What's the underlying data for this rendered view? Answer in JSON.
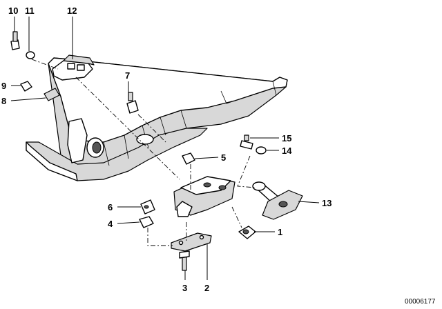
{
  "callouts": {
    "c1": "1",
    "c2": "2",
    "c3": "3",
    "c4": "4",
    "c5": "5",
    "c6": "6",
    "c7": "7",
    "c8": "8",
    "c9": "9",
    "c10": "10",
    "c11": "11",
    "c12": "12",
    "c13": "13",
    "c14": "14",
    "c15": "15"
  },
  "doc_id": "00006177"
}
